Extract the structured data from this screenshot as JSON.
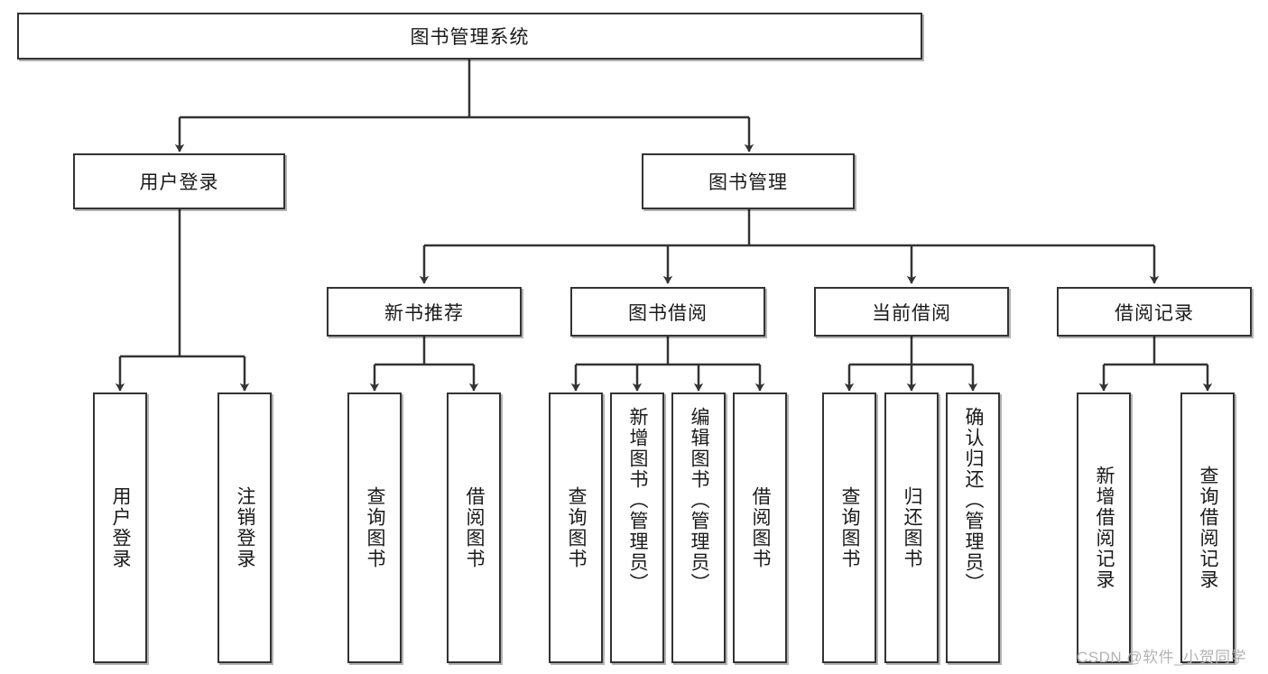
{
  "diagram": {
    "title": "图书管理系统",
    "type": "tree",
    "orientation": "top-down",
    "colors": {
      "box_border": "#333333",
      "box_fill": "#ffffff",
      "edge": "#333333",
      "text": "#1a1a1a",
      "watermark": "#b3b3b3"
    },
    "watermark": "CSDN @软件_小贺同学"
  },
  "nodes": {
    "root": {
      "label": "图书管理系统",
      "level": 0
    },
    "l1": [
      {
        "id": "user-login",
        "label": "用户登录",
        "level": 1
      },
      {
        "id": "book-manage",
        "label": "图书管理",
        "level": 1
      }
    ],
    "l2": [
      {
        "id": "new-book-rec",
        "label": "新书推荐",
        "level": 2,
        "parent": "book-manage"
      },
      {
        "id": "book-borrow",
        "label": "图书借阅",
        "level": 2,
        "parent": "book-manage"
      },
      {
        "id": "current-borrow",
        "label": "当前借阅",
        "level": 2,
        "parent": "book-manage"
      },
      {
        "id": "borrow-record",
        "label": "借阅记录",
        "level": 2,
        "parent": "book-manage"
      }
    ],
    "leaves": [
      {
        "id": "leaf-user-login",
        "label": "用户登录",
        "parent": "user-login"
      },
      {
        "id": "leaf-logout-login",
        "label": "注销登录",
        "parent": "user-login"
      },
      {
        "id": "leaf-query-book-rec",
        "label": "查询图书",
        "parent": "new-book-rec"
      },
      {
        "id": "leaf-borrow-book-rec",
        "label": "借阅图书",
        "parent": "new-book-rec"
      },
      {
        "id": "leaf-query-book-borrow",
        "label": "查询图书",
        "parent": "book-borrow"
      },
      {
        "id": "leaf-add-book",
        "label": "新增图书（管理员）",
        "parent": "book-borrow"
      },
      {
        "id": "leaf-edit-book",
        "label": "编辑图书（管理员）",
        "parent": "book-borrow"
      },
      {
        "id": "leaf-borrow-book",
        "label": "借阅图书",
        "parent": "book-borrow"
      },
      {
        "id": "leaf-query-book-current",
        "label": "查询图书",
        "parent": "current-borrow"
      },
      {
        "id": "leaf-return-book",
        "label": "归还图书",
        "parent": "current-borrow"
      },
      {
        "id": "leaf-confirm-return",
        "label": "确认归还（管理员）",
        "parent": "current-borrow"
      },
      {
        "id": "leaf-add-record",
        "label": "新增借阅记录",
        "parent": "borrow-record"
      },
      {
        "id": "leaf-query-record",
        "label": "查询借阅记录",
        "parent": "borrow-record"
      }
    ]
  }
}
